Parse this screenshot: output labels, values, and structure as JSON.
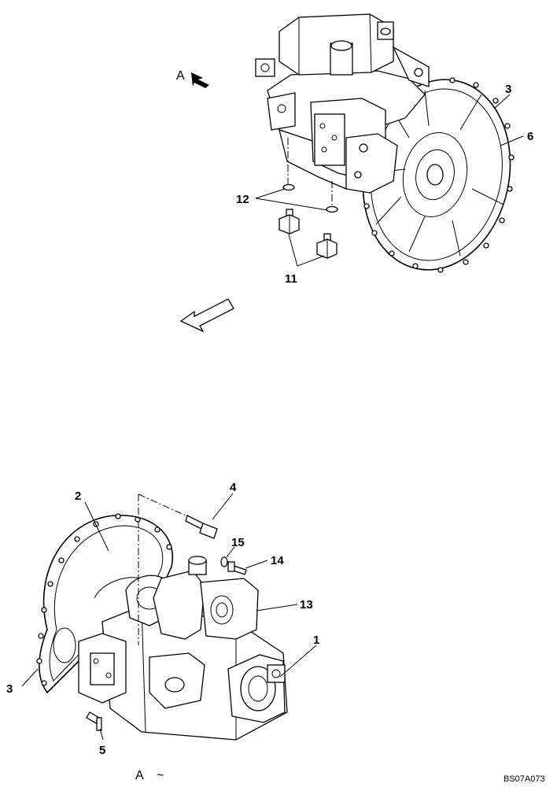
{
  "view_labels": {
    "top_view": "A",
    "bottom_view": "A",
    "bottom_view_mark": "~"
  },
  "callouts": {
    "c3_top": "3",
    "c6": "6",
    "c12": "12",
    "c11": "11",
    "c2": "2",
    "c4": "4",
    "c15": "15",
    "c14": "14",
    "c13": "13",
    "c1": "1",
    "c3_bottom": "3",
    "c5": "5"
  },
  "drawing_code": "BS07A073"
}
